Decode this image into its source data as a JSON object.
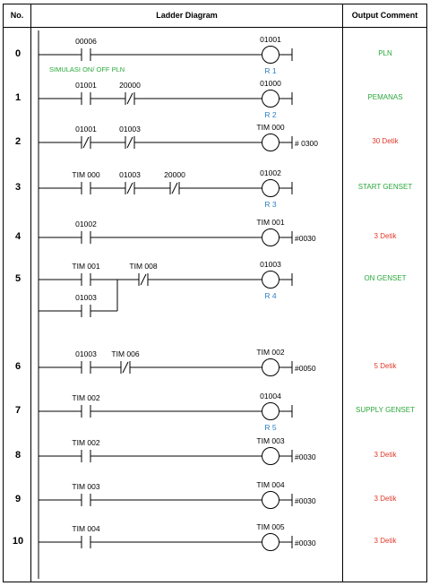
{
  "header": {
    "no": "No.",
    "ladder": "Ladder Diagram",
    "comment": "Output Comment"
  },
  "colors": {
    "green": "#2aa83a",
    "red": "#e03a2a",
    "blue": "#2a7fc4"
  },
  "rows": [
    {
      "no": "0",
      "contacts": [
        {
          "label": "00006",
          "type": "NO"
        }
      ],
      "note": "SIMULASI ON/ OFF PLN",
      "coil": {
        "label": "01001",
        "sub": "R 1",
        "preset": ""
      },
      "comment": "PLN",
      "comment_color": "green"
    },
    {
      "no": "1",
      "contacts": [
        {
          "label": "01001",
          "type": "NO"
        },
        {
          "label": "20000",
          "type": "NC"
        }
      ],
      "coil": {
        "label": "01000",
        "sub": "R 2",
        "preset": ""
      },
      "comment": "PEMANAS",
      "comment_color": "green"
    },
    {
      "no": "2",
      "contacts": [
        {
          "label": "01001",
          "type": "NC"
        },
        {
          "label": "01003",
          "type": "NC"
        }
      ],
      "coil": {
        "label": "TIM 000",
        "sub": "",
        "preset": "# 0300"
      },
      "comment": "30 Detik",
      "comment_color": "red"
    },
    {
      "no": "3",
      "contacts": [
        {
          "label": "TIM 000",
          "type": "NO"
        },
        {
          "label": "01003",
          "type": "NC"
        },
        {
          "label": "20000",
          "type": "NC"
        }
      ],
      "coil": {
        "label": "01002",
        "sub": "R 3",
        "preset": ""
      },
      "comment": "START GENSET",
      "comment_color": "green"
    },
    {
      "no": "4",
      "contacts": [
        {
          "label": "01002",
          "type": "NO"
        }
      ],
      "coil": {
        "label": "TIM 001",
        "sub": "",
        "preset": "#0030"
      },
      "comment": "3 Detik",
      "comment_color": "red"
    },
    {
      "no": "5",
      "contacts": [
        {
          "label": "TIM 001",
          "type": "NO"
        },
        {
          "label": "TIM 008",
          "type": "NC"
        }
      ],
      "branch": {
        "label": "01003",
        "type": "NO"
      },
      "coil": {
        "label": "01003",
        "sub": "R 4",
        "preset": ""
      },
      "comment": "ON GENSET",
      "comment_color": "green"
    },
    {
      "no": "6",
      "contacts": [
        {
          "label": "01003",
          "type": "NO"
        },
        {
          "label": "TIM 006",
          "type": "NC"
        }
      ],
      "coil": {
        "label": "TIM 002",
        "sub": "",
        "preset": "#0050"
      },
      "comment": "5 Detik",
      "comment_color": "red"
    },
    {
      "no": "7",
      "contacts": [
        {
          "label": "TIM 002",
          "type": "NO"
        }
      ],
      "coil": {
        "label": "01004",
        "sub": "R 5",
        "preset": ""
      },
      "comment": "SUPPLY GENSET",
      "comment_color": "green"
    },
    {
      "no": "8",
      "contacts": [
        {
          "label": "TIM 002",
          "type": "NO"
        }
      ],
      "coil": {
        "label": "TIM 003",
        "sub": "",
        "preset": "#0030"
      },
      "comment": "3 Detik",
      "comment_color": "red"
    },
    {
      "no": "9",
      "contacts": [
        {
          "label": "TIM 003",
          "type": "NO"
        }
      ],
      "coil": {
        "label": "TIM 004",
        "sub": "",
        "preset": "#0030"
      },
      "comment": "3 Detik",
      "comment_color": "red"
    },
    {
      "no": "10",
      "contacts": [
        {
          "label": "TIM 004",
          "type": "NO"
        }
      ],
      "coil": {
        "label": "TIM 005",
        "sub": "",
        "preset": "#0030"
      },
      "comment": "3 Detik",
      "comment_color": "red"
    }
  ]
}
